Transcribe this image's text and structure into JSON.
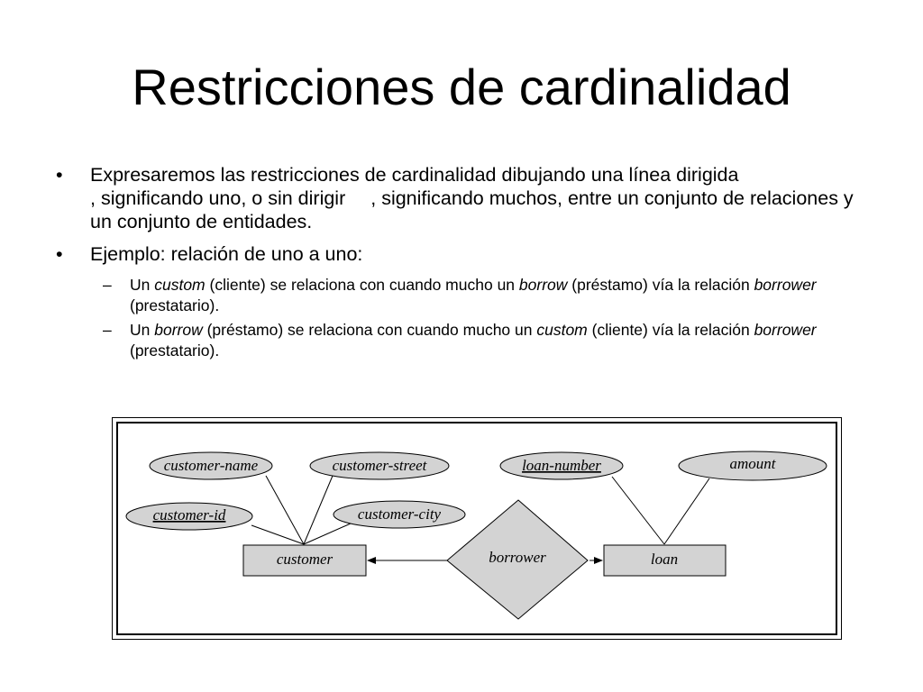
{
  "slide": {
    "title": "Restricciones de cardinalidad",
    "bullet_mark": "•",
    "dash_mark": "–",
    "bullet1": {
      "part1": "Expresaremos las restricciones de cardinalidad dibujando una línea dirigida",
      "part2": ", significando uno, o sin dirigir",
      "part3": ", significando muchos, entre un conjunto de relaciones y un conjunto de entidades."
    },
    "bullet2": {
      "text": "Ejemplo: relación de uno a uno:",
      "sub1": {
        "t1": "Un ",
        "i1": "custom",
        "t2": " (cliente) se relaciona con cuando mucho un ",
        "i2": "borrow",
        "t3": " (préstamo) vía la relación ",
        "i3": "borrower",
        "t4": "  (prestatario)."
      },
      "sub2": {
        "t1": "Un ",
        "i1": "borrow",
        "t2": " (préstamo) se relaciona con cuando mucho un ",
        "i2": "custom",
        "t3": " (cliente) vía la relación ",
        "i3": "borrower",
        "t4": "  (prestatario)."
      }
    }
  },
  "diagram": {
    "attributes": {
      "customer_name": "customer-name",
      "customer_street": "customer-street",
      "customer_id": "customer-id",
      "customer_city": "customer-city",
      "loan_number": "loan-number",
      "amount": "amount"
    },
    "entities": {
      "customer": "customer",
      "loan": "loan"
    },
    "relationship": "borrower",
    "colors": {
      "fill": "#d3d3d3",
      "stroke": "#000000"
    }
  }
}
